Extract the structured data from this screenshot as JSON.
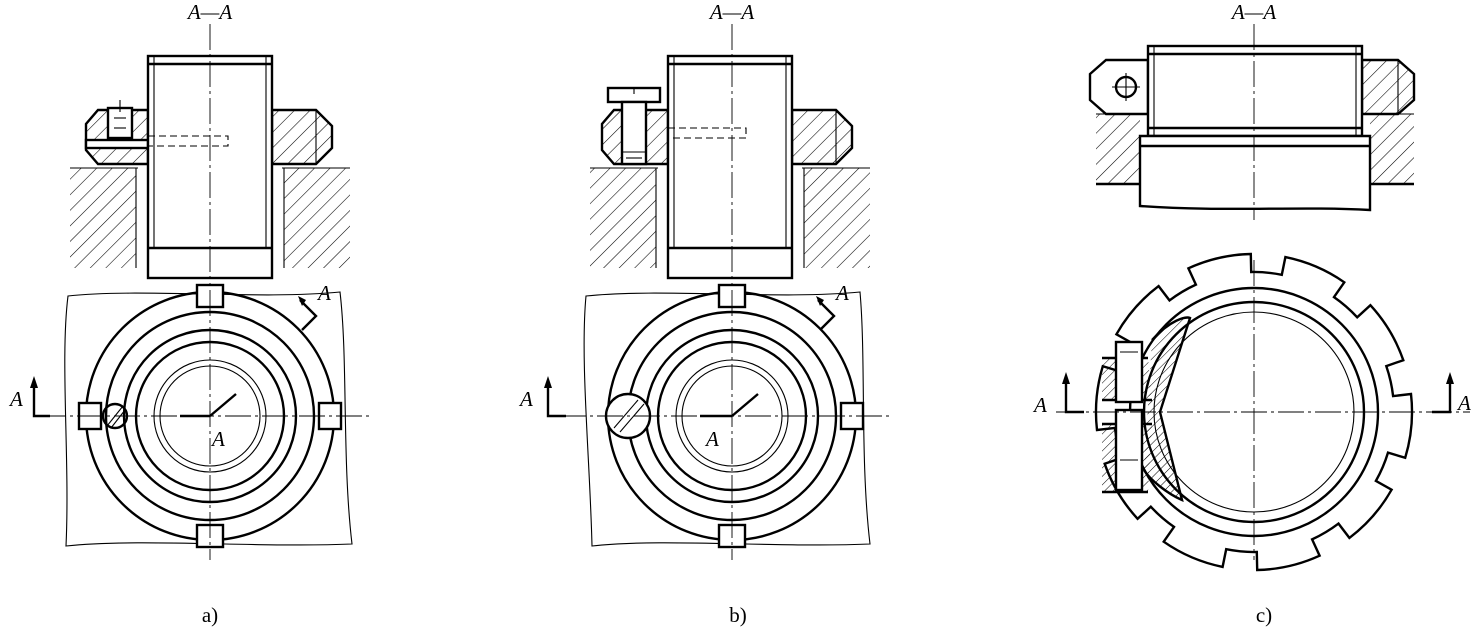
{
  "figures": [
    {
      "id": "a",
      "section_title": "A—A",
      "caption": "a)",
      "arrow_labels": [
        "A",
        "A"
      ],
      "center_label": "A"
    },
    {
      "id": "b",
      "section_title": "A—A",
      "caption": "b)",
      "arrow_labels": [
        "A",
        "A"
      ],
      "center_label": "A"
    },
    {
      "id": "c",
      "section_title": "A—A",
      "caption": "c)",
      "arrow_labels": [
        "A",
        "A"
      ]
    }
  ]
}
